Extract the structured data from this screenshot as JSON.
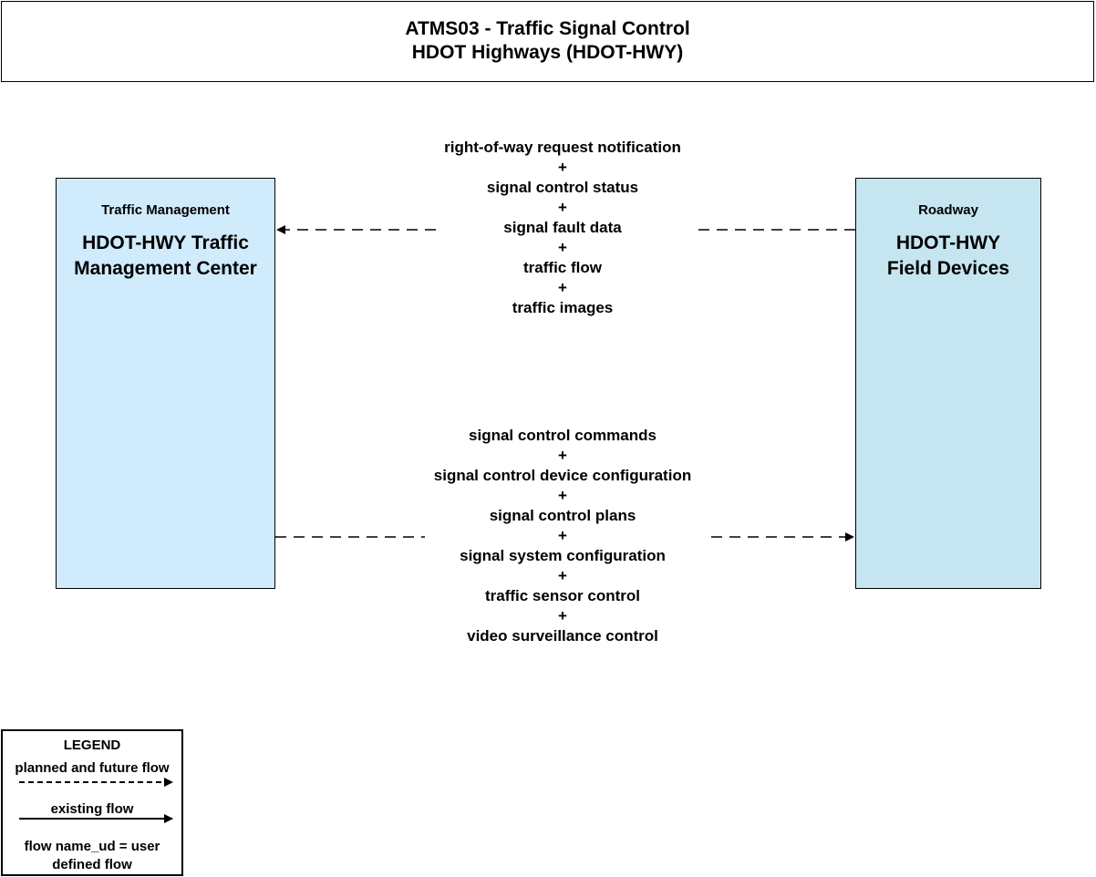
{
  "title": {
    "line1": "ATMS03 - Traffic Signal Control",
    "line2": "HDOT Highways (HDOT-HWY)"
  },
  "entities": {
    "left": {
      "category": "Traffic Management",
      "name_line1": "HDOT-HWY Traffic",
      "name_line2": "Management Center",
      "color": "#d0ebfb"
    },
    "right": {
      "category": "Roadway",
      "name_line1": "HDOT-HWY",
      "name_line2": "Field Devices",
      "color": "#c5e5f0"
    }
  },
  "flows": {
    "to_center": {
      "direction": "right-to-left",
      "status": "planned and future",
      "items": [
        "right-of-way request notification",
        "+",
        "signal control status",
        "+",
        "signal fault data",
        "+",
        "traffic flow",
        "+",
        "traffic images"
      ]
    },
    "to_field": {
      "direction": "left-to-right",
      "status": "planned and future",
      "items": [
        "signal control commands",
        "+",
        "signal control device configuration",
        "+",
        "signal control plans",
        "+",
        "signal system configuration",
        "+",
        "traffic sensor control",
        "+",
        "video surveillance control"
      ]
    }
  },
  "legend": {
    "title": "LEGEND",
    "planned": "planned and future flow",
    "existing": "existing flow",
    "note_line1": "flow name_ud = user",
    "note_line2": "defined flow"
  }
}
